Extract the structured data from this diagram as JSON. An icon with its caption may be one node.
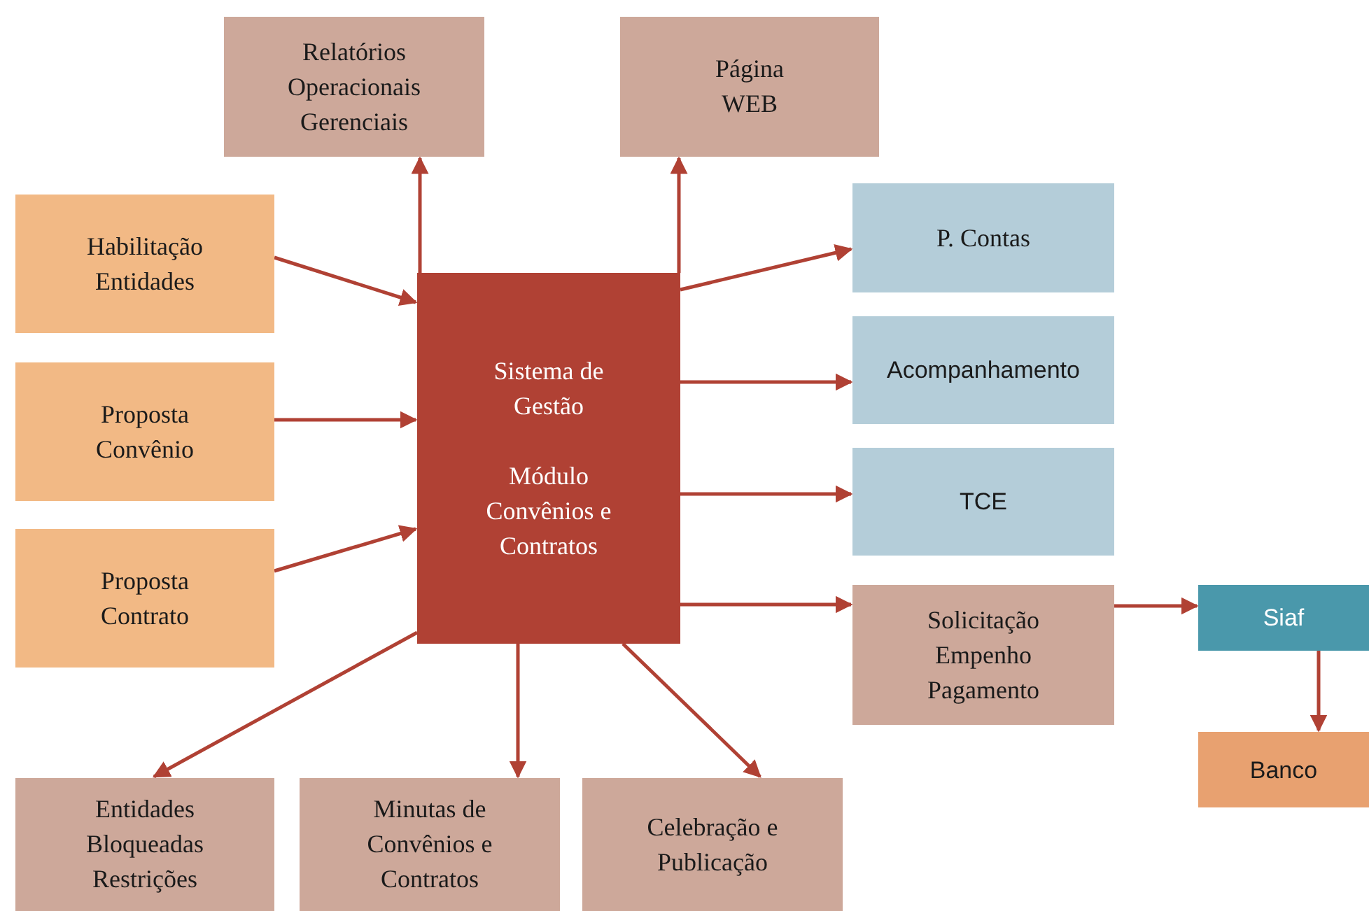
{
  "diagram": {
    "nodes": [
      {
        "text": [
          "Relatórios Operacionais Gerenciais"
        ]
      },
      {
        "text": [
          "Página WEB"
        ]
      },
      {
        "text": [
          "Habilitação Entidades"
        ]
      },
      {
        "text": [
          "P. Contas"
        ]
      },
      {
        "text": [
          "Sistema de Gestão",
          "Módulo Convênios e Contratos"
        ]
      },
      {
        "text": [
          "Acompanhamento"
        ]
      },
      {
        "text": [
          "Proposta Convênio"
        ]
      },
      {
        "text": [
          "TCE"
        ]
      },
      {
        "text": [
          "Proposta Contrato"
        ]
      },
      {
        "text": [
          "Solicitação Empenho Pagamento"
        ]
      },
      {
        "text": [
          "Siaf"
        ]
      },
      {
        "text": [
          "Banco"
        ]
      },
      {
        "text": [
          "Entidades Bloqueadas Restrições"
        ]
      },
      {
        "text": [
          "Minutas de Convênios e Contratos"
        ]
      },
      {
        "text": [
          "Celebração e Publicação"
        ]
      }
    ],
    "edges": [
      {
        "from": 4,
        "to": 0,
        "arrow": "to"
      },
      {
        "from": 4,
        "to": 1,
        "arrow": "to"
      },
      {
        "from": 2,
        "to": 4,
        "arrow": "to"
      },
      {
        "from": 6,
        "to": 4,
        "arrow": "to"
      },
      {
        "from": 8,
        "to": 4,
        "arrow": "to"
      },
      {
        "from": 4,
        "to": 3,
        "arrow": "to"
      },
      {
        "from": 4,
        "to": 5,
        "arrow": "to"
      },
      {
        "from": 4,
        "to": 7,
        "arrow": "to"
      },
      {
        "from": 4,
        "to": 9,
        "arrow": "to"
      },
      {
        "from": 9,
        "to": 10,
        "arrow": "to"
      },
      {
        "from": 10,
        "to": 11,
        "arrow": "to"
      },
      {
        "from": 4,
        "to": 12,
        "arrow": "to"
      },
      {
        "from": 4,
        "to": 13,
        "arrow": "to"
      },
      {
        "from": 4,
        "to": 14,
        "arrow": "to"
      }
    ]
  }
}
